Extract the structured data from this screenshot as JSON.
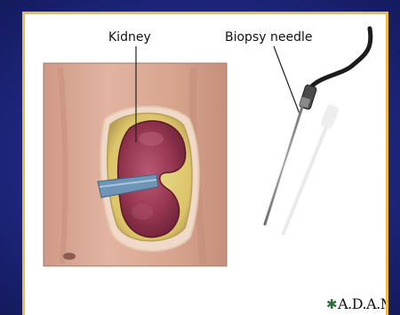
{
  "diagram": {
    "labels": {
      "kidney": "Kidney",
      "needle": "Biopsy needle"
    },
    "logo": {
      "star_glyph": "✱",
      "text": "A.D.A.M."
    },
    "colors": {
      "background": "#1f2a84",
      "frame_border": "#f1bd38",
      "panel": "#ffffff",
      "skin": "#d9a692",
      "kidney": "#9c3c56",
      "fat": "#e7d06a",
      "needle": "#9a9a9a"
    }
  }
}
